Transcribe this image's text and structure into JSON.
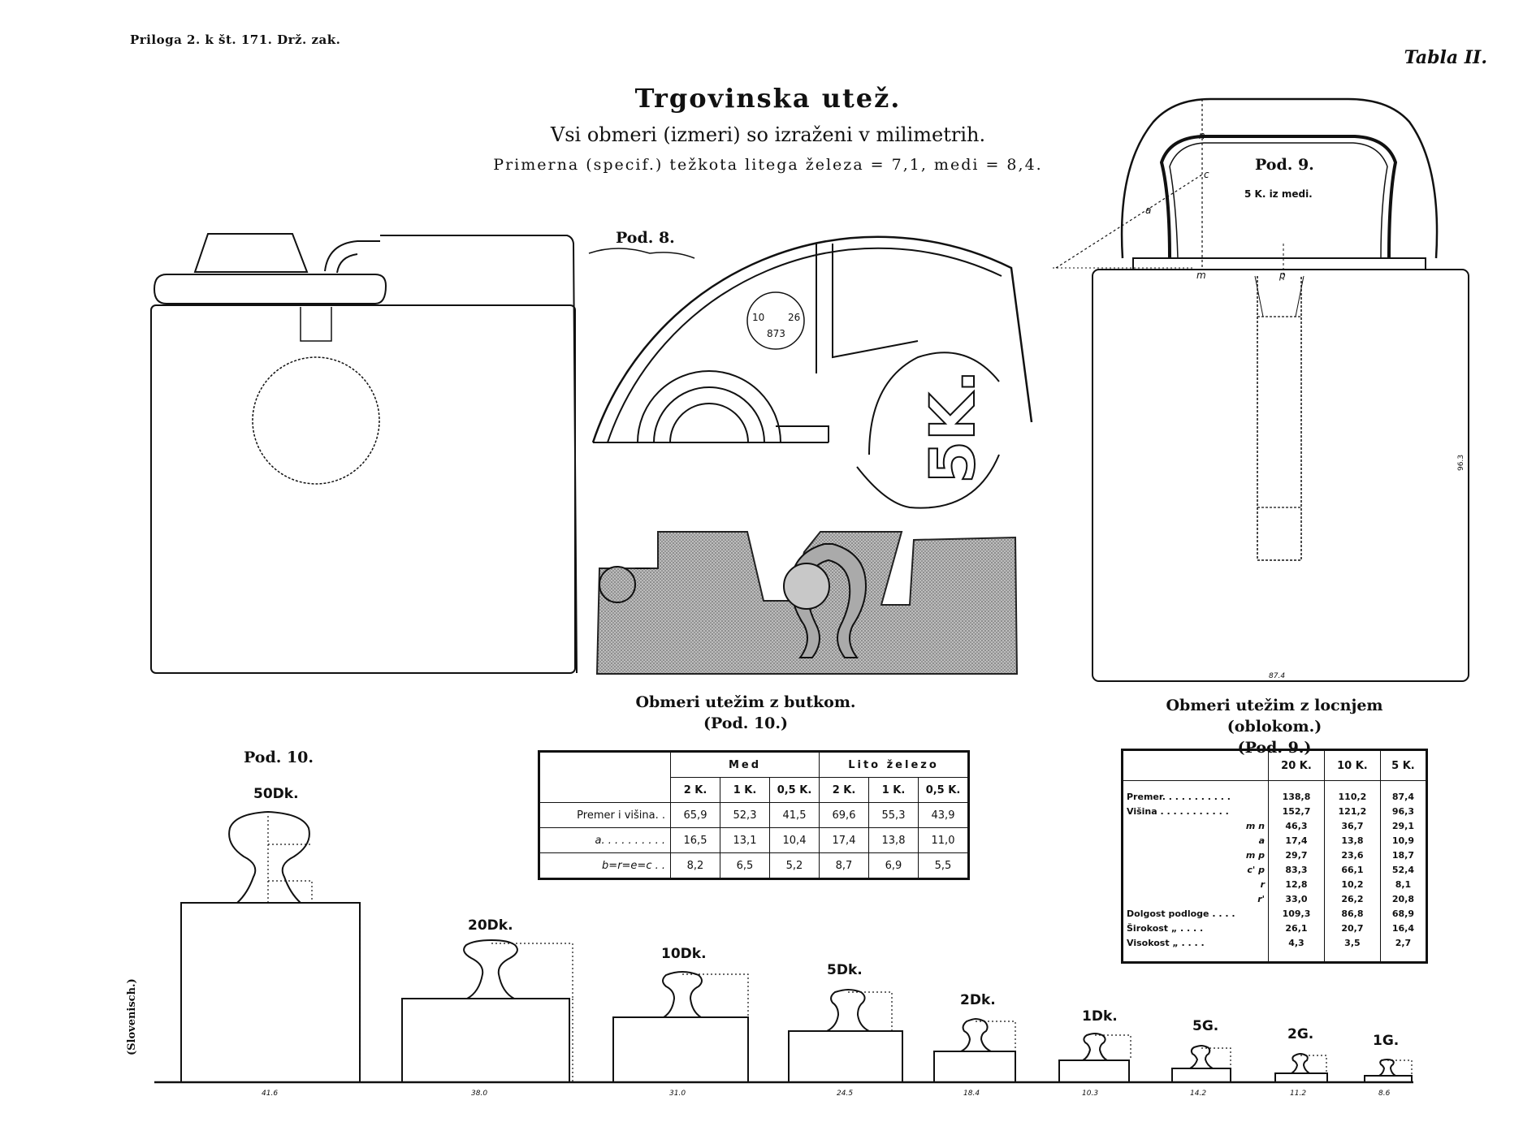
{
  "header": {
    "left_note": "Priloga 2. k št. 171. Drž. zak.",
    "plate_label": "Tabla II."
  },
  "title": {
    "main": "Trgovinska utež.",
    "subtitle": "Vsi obmeri (izmeri) so izraženi v milimetrih.",
    "spec": "Primerna (specif.) težkota litega železa = 7,1, medi = 8,4."
  },
  "figures": {
    "pod8": "Pod. 8.",
    "pod9": "Pod. 9.",
    "pod9_material": "5 K. iz medi.",
    "pod10": "Pod. 10.",
    "stamp": {
      "left": "10",
      "right": "26",
      "bottom": "873"
    },
    "big_mark": "5K.",
    "pod9_marks": {
      "n": "n",
      "c": "c",
      "a": "a",
      "m": "m",
      "p": "p",
      "height": "96.3",
      "width": "87.4"
    }
  },
  "table_butek": {
    "caption_1": "Obmeri utežim z butkom.",
    "caption_2": "(Pod. 10.)",
    "group_headers": [
      "Med",
      "Lito železo"
    ],
    "col_headers": [
      "2 K.",
      "1 K.",
      "0,5 K.",
      "2 K.",
      "1 K.",
      "0,5 K."
    ],
    "rows": [
      {
        "label": "Premer i višina. .",
        "values": [
          "65,9",
          "52,3",
          "41,5",
          "69,6",
          "55,3",
          "43,9"
        ]
      },
      {
        "label": "a. . . . . . . . . .",
        "values": [
          "16,5",
          "13,1",
          "10,4",
          "17,4",
          "13,8",
          "11,0"
        ]
      },
      {
        "label": "b=r=e=c . .",
        "values": [
          "8,2",
          "6,5",
          "5,2",
          "8,7",
          "6,9",
          "5,5"
        ]
      }
    ]
  },
  "table_locenj": {
    "caption_1": "Obmeri utežim z locnjem (oblokom.)",
    "caption_2": "(Pod. 9.)",
    "col_headers": [
      "20 K.",
      "10 K.",
      "5 K."
    ],
    "rows": [
      {
        "label": "Premer. . . . . . . . . . .",
        "values": [
          "138,8",
          "110,2",
          "87,4"
        ],
        "align": "left"
      },
      {
        "label": "Višina . . . . . . . . . . .",
        "values": [
          "152,7",
          "121,2",
          "96,3"
        ],
        "align": "left"
      },
      {
        "label": "m n",
        "values": [
          "46,3",
          "36,7",
          "29,1"
        ],
        "align": "right"
      },
      {
        "label": "a",
        "values": [
          "17,4",
          "13,8",
          "10,9"
        ],
        "align": "right"
      },
      {
        "label": "m p",
        "values": [
          "29,7",
          "23,6",
          "18,7"
        ],
        "align": "right"
      },
      {
        "label": "c' p",
        "values": [
          "83,3",
          "66,1",
          "52,4"
        ],
        "align": "right"
      },
      {
        "label": "r",
        "values": [
          "12,8",
          "10,2",
          "8,1"
        ],
        "align": "right"
      },
      {
        "label": "r'",
        "values": [
          "33,0",
          "26,2",
          "20,8"
        ],
        "align": "right"
      },
      {
        "label": "Dolgost podloge . . . .",
        "values": [
          "109,3",
          "86,8",
          "68,9"
        ],
        "align": "left"
      },
      {
        "label": "Širokost „ . . . .",
        "values": [
          "26,1",
          "20,7",
          "16,4"
        ],
        "align": "left"
      },
      {
        "label": "Visokost „ . . . .",
        "values": [
          "4,3",
          "3,5",
          "2,7"
        ],
        "align": "left"
      }
    ]
  },
  "weights": [
    {
      "label": "50Dk.",
      "base": "41.6"
    },
    {
      "label": "20Dk.",
      "base": "38.0"
    },
    {
      "label": "10Dk.",
      "base": "31.0"
    },
    {
      "label": "5Dk.",
      "base": "24.5"
    },
    {
      "label": "2Dk.",
      "base": "18.4"
    },
    {
      "label": "1Dk.",
      "base": "10.3"
    },
    {
      "label": "5G.",
      "base": "14.2"
    },
    {
      "label": "2G.",
      "base": "11.2"
    },
    {
      "label": "1G.",
      "base": "8.6"
    }
  ],
  "side_note": "(Slovenisch.)"
}
